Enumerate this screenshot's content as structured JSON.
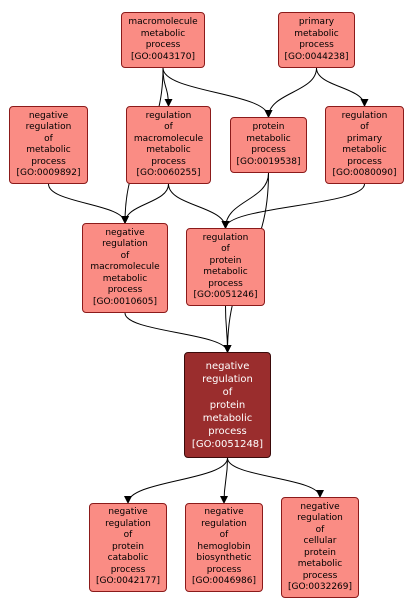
{
  "colors": {
    "node_fill": "#fa8c84",
    "node_border": "#8b1a1a",
    "focus_fill": "#9a2d2d",
    "focus_text": "#ffffff",
    "edge": "#000000"
  },
  "nodes": {
    "n1": {
      "lines": [
        "macromolecule",
        "metabolic",
        "process"
      ],
      "id": "[GO:0043170]"
    },
    "n2": {
      "lines": [
        "primary",
        "metabolic",
        "process"
      ],
      "id": "[GO:0044238]"
    },
    "n3": {
      "lines": [
        "negative",
        "regulation",
        "of",
        "metabolic",
        "process"
      ],
      "id": "[GO:0009892]"
    },
    "n4": {
      "lines": [
        "regulation",
        "of",
        "macromolecule",
        "metabolic",
        "process"
      ],
      "id": "[GO:0060255]"
    },
    "n5": {
      "lines": [
        "protein",
        "metabolic",
        "process"
      ],
      "id": "[GO:0019538]"
    },
    "n6": {
      "lines": [
        "regulation",
        "of",
        "primary",
        "metabolic",
        "process"
      ],
      "id": "[GO:0080090]"
    },
    "n7": {
      "lines": [
        "negative",
        "regulation",
        "of",
        "macromolecule",
        "metabolic",
        "process"
      ],
      "id": "[GO:0010605]"
    },
    "n8": {
      "lines": [
        "regulation",
        "of",
        "protein",
        "metabolic",
        "process"
      ],
      "id": "[GO:0051246]"
    },
    "n9": {
      "lines": [
        "negative",
        "regulation",
        "of",
        "protein",
        "metabolic",
        "process"
      ],
      "id": "[GO:0051248]"
    },
    "n10": {
      "lines": [
        "negative",
        "regulation",
        "of",
        "protein",
        "catabolic",
        "process"
      ],
      "id": "[GO:0042177]"
    },
    "n11": {
      "lines": [
        "negative",
        "regulation",
        "of",
        "hemoglobin",
        "biosynthetic",
        "process"
      ],
      "id": "[GO:0046986]"
    },
    "n12": {
      "lines": [
        "negative",
        "regulation",
        "of",
        "cellular",
        "protein",
        "metabolic",
        "process"
      ],
      "id": "[GO:0032269]"
    }
  },
  "edges": [
    [
      "n1",
      "n4"
    ],
    [
      "n1",
      "n5"
    ],
    [
      "n1",
      "n7"
    ],
    [
      "n2",
      "n5"
    ],
    [
      "n2",
      "n6"
    ],
    [
      "n3",
      "n7"
    ],
    [
      "n4",
      "n7"
    ],
    [
      "n4",
      "n8"
    ],
    [
      "n5",
      "n8"
    ],
    [
      "n5",
      "n9"
    ],
    [
      "n6",
      "n8"
    ],
    [
      "n7",
      "n9"
    ],
    [
      "n8",
      "n9"
    ],
    [
      "n9",
      "n10"
    ],
    [
      "n9",
      "n11"
    ],
    [
      "n9",
      "n12"
    ]
  ]
}
